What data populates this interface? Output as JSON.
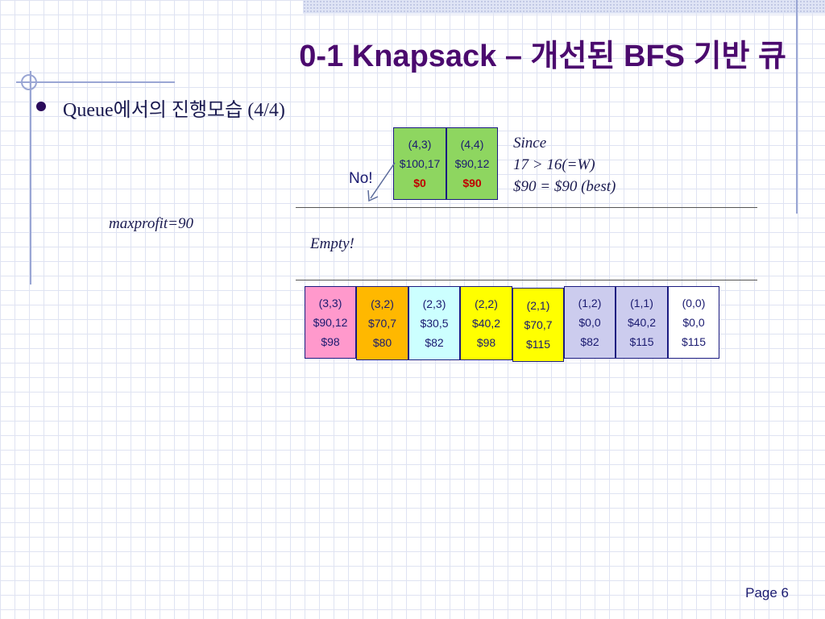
{
  "slide": {
    "title": "0-1 Knapsack – 개선된 BFS 기반 큐",
    "bullet": "Queue에서의 진행모습 (4/4)",
    "page": "Page 6"
  },
  "annotations": {
    "no": "No!",
    "since_lines": [
      "Since",
      "17 > 16(=W)",
      "$90 = $90 (best)"
    ],
    "maxprofit": "maxprofit=90",
    "empty": "Empty!"
  },
  "top_nodes": [
    {
      "label": "(4,3)",
      "vals": "$100,17",
      "bound": "$0",
      "color": "#8ed660"
    },
    {
      "label": "(4,4)",
      "vals": "$90,12",
      "bound": "$90",
      "color": "#8ed660"
    }
  ],
  "queue_nodes": [
    {
      "label": "(3,3)",
      "vals": "$90,12",
      "bound": "$98",
      "color": "#ff99cc"
    },
    {
      "label": "(3,2)",
      "vals": "$70,7",
      "bound": "$80",
      "color": "#ffb800"
    },
    {
      "label": "(2,3)",
      "vals": "$30,5",
      "bound": "$82",
      "color": "#ccffff"
    },
    {
      "label": "(2,2)",
      "vals": "$40,2",
      "bound": "$98",
      "color": "#ffff00"
    },
    {
      "label": "(2,1)",
      "vals": "$70,7",
      "bound": "$115",
      "color": "#ffff00"
    },
    {
      "label": "(1,2)",
      "vals": "$0,0",
      "bound": "$82",
      "color": "#ccccee"
    },
    {
      "label": "(1,1)",
      "vals": "$40,2",
      "bound": "$115",
      "color": "#ccccee"
    },
    {
      "label": "(0,0)",
      "vals": "$0,0",
      "bound": "$115",
      "color": "#ffffff"
    }
  ]
}
